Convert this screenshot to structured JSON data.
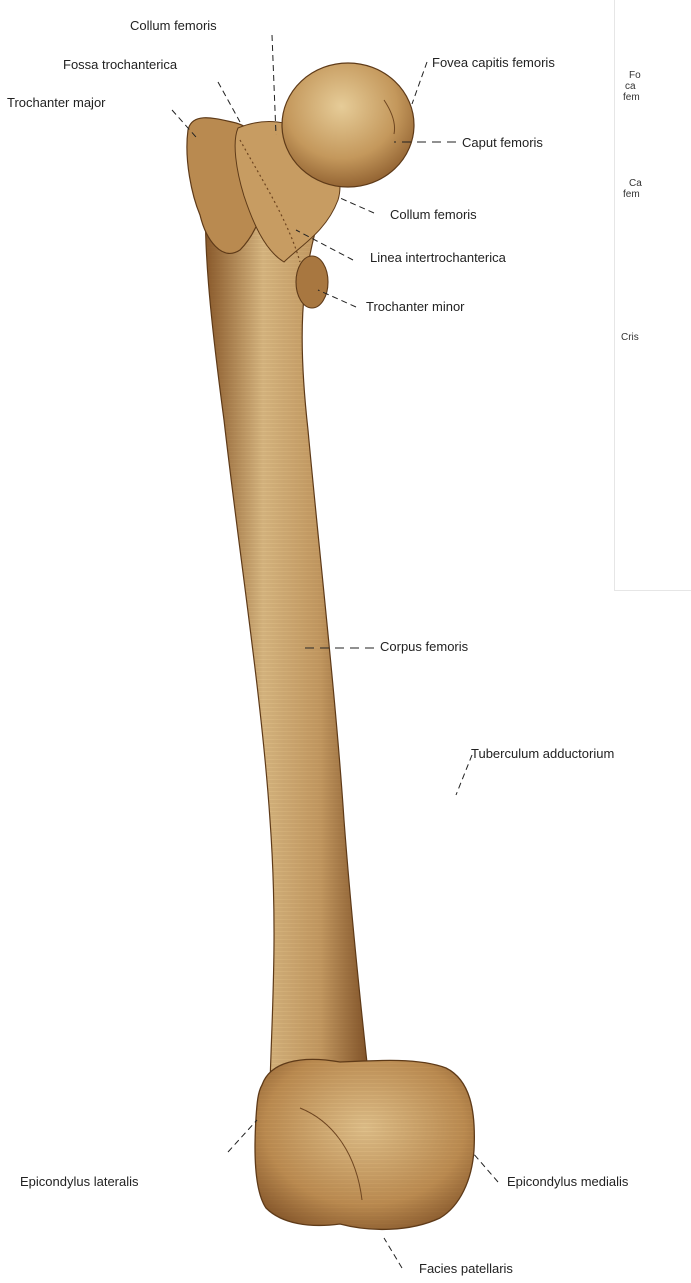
{
  "labels": {
    "collum_femoris_top": "Collum femoris",
    "fossa_trochanterica": "Fossa trochanterica",
    "fovea_capitis": "Fovea capitis femoris",
    "trochanter_major": "Trochanter major",
    "caput_femoris": "Caput femoris",
    "collum_femoris": "Collum femoris",
    "linea_intertrochanterica": "Linea intertrochanterica",
    "trochanter_minor": "Trochanter minor",
    "corpus_femoris": "Corpus femoris",
    "tuberculum_adductorium": "Tuberculum adductorium",
    "epicondylus_lateralis": "Epicondylus lateralis",
    "epicondylus_medialis": "Epicondylus medialis",
    "facies_patellaris": "Facies patellaris"
  },
  "edge_fragments": {
    "line1": [
      "Fo",
      "ca",
      "fem"
    ],
    "line2": [
      "Ca",
      "fem"
    ],
    "line3": [
      "Cris"
    ]
  },
  "colors": {
    "bone_light": "#d9b983",
    "bone_mid": "#b9894f",
    "bone_dark": "#8a5a2b",
    "leader": "#222222"
  }
}
